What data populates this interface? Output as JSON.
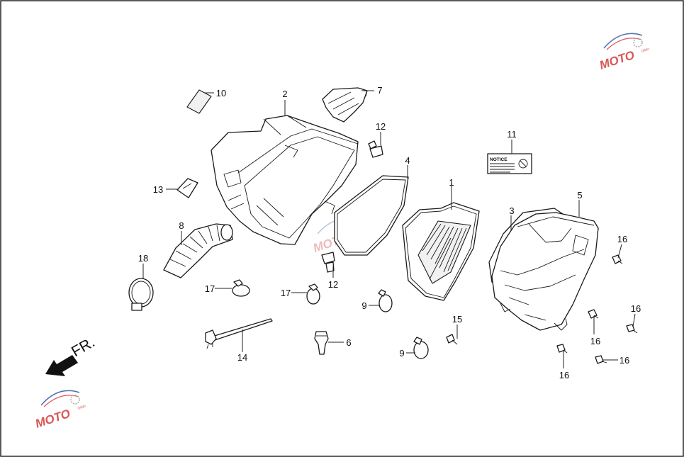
{
  "diagram": {
    "callouts": [
      "1",
      "2",
      "3",
      "4",
      "5",
      "6",
      "7",
      "8",
      "9",
      "9",
      "10",
      "11",
      "12",
      "12",
      "13",
      "14",
      "15",
      "16",
      "16",
      "16",
      "16",
      "16",
      "17",
      "17",
      "18"
    ],
    "direction_label": "FR.",
    "notice_label": "NOTICE",
    "watermark": {
      "main": "MOTO",
      "sub": "Gildo"
    },
    "colors": {
      "line": "#1a1a1a",
      "background": "#ffffff",
      "border": "#222222",
      "watermark_red": "#d23a3a",
      "watermark_blue": "#3a5aa8"
    }
  }
}
